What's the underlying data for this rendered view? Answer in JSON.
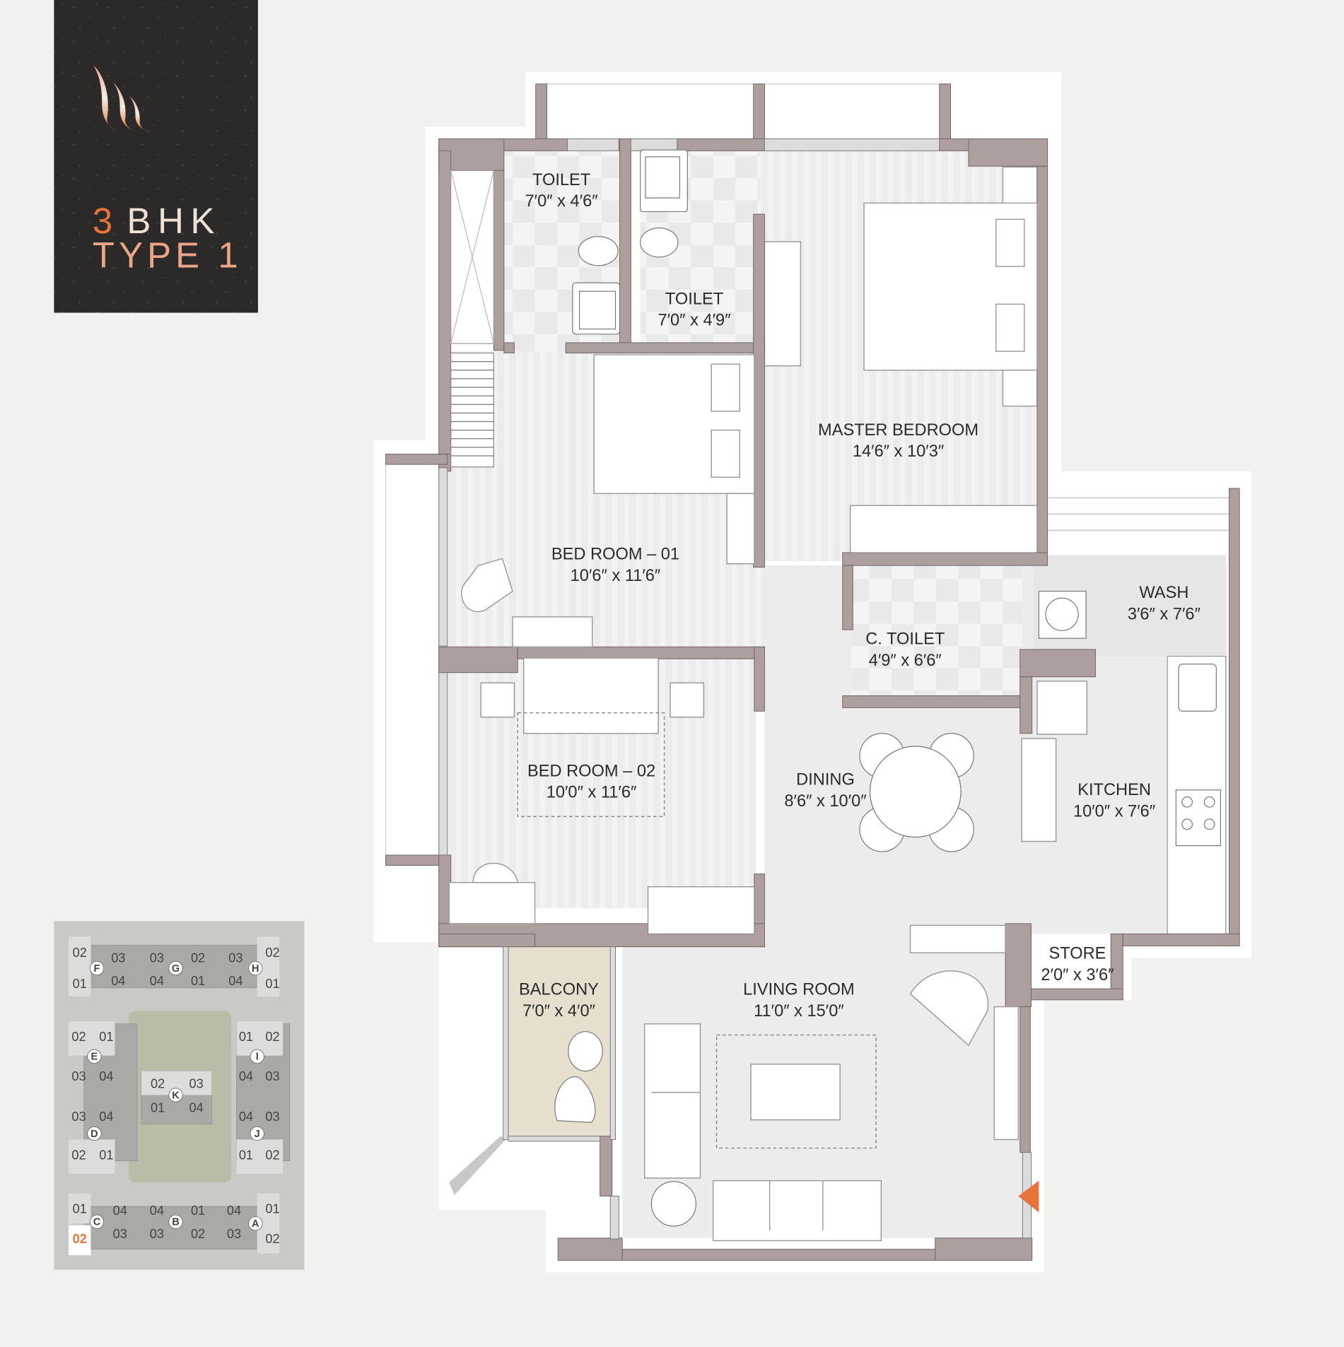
{
  "brand_panel": {
    "title_line1_num": "3",
    "title_line1_text": "BHK",
    "title_line2": "TYPE 1",
    "logo_icon": "flame-stripes-logo-icon",
    "bg_color": "#2b2a29",
    "accent_color": "#e8743b",
    "light_color": "#f0dcc8"
  },
  "colors": {
    "background": "#f2f1ef",
    "wall": "#ae9f9f",
    "floor_wood": "#ececec",
    "floor_tile": "#f2f2f2",
    "balcony": "#e7dfcd",
    "entrance_marker": "#e8743b",
    "keyplan_bg": "#c9cac6",
    "keyplan_highlight": "#e8743b"
  },
  "rooms": [
    {
      "id": "toilet-1",
      "name": "TOILET",
      "size": "7′0″ x 4′6″"
    },
    {
      "id": "toilet-2",
      "name": "TOILET",
      "size": "7′0″ x 4′9″"
    },
    {
      "id": "master-bedroom",
      "name": "MASTER BEDROOM",
      "size": "14′6″ x 10′3″"
    },
    {
      "id": "bedroom-01",
      "name": "BED ROOM – 01",
      "size": "10′6″ x 11′6″"
    },
    {
      "id": "c-toilet",
      "name": "C. TOILET",
      "size": "4′9″ x 6′6″"
    },
    {
      "id": "wash",
      "name": "WASH",
      "size": "3′6″ x 7′6″"
    },
    {
      "id": "bedroom-02",
      "name": "BED ROOM – 02",
      "size": "10′0″ x 11′6″"
    },
    {
      "id": "dining",
      "name": "DINING",
      "size": "8′6″ x 10′0″"
    },
    {
      "id": "kitchen",
      "name": "KITCHEN",
      "size": "10′0″ x 7′6″"
    },
    {
      "id": "balcony",
      "name": "BALCONY",
      "size": "7′0″ x 4′0″"
    },
    {
      "id": "living-room",
      "name": "LIVING ROOM",
      "size": "11′0″ x 15′0″"
    },
    {
      "id": "store",
      "name": "STORE",
      "size": "2′0″ x 3′6″"
    }
  ],
  "key_plan": {
    "towers": [
      "A",
      "B",
      "C",
      "D",
      "E",
      "F",
      "G",
      "H",
      "I",
      "J",
      "K"
    ],
    "highlighted_unit": "02",
    "highlighted_tower": "C",
    "units": {
      "F": [
        "02",
        "01"
      ],
      "G_top": [
        "03",
        "03",
        "02",
        "03"
      ],
      "G_bottom": [
        "04",
        "04",
        "01",
        "04"
      ],
      "H": [
        "02",
        "01"
      ],
      "E_top": [
        "02",
        "01"
      ],
      "E_bottom": [
        "03",
        "04"
      ],
      "I_top": [
        "01",
        "02"
      ],
      "I_bottom": [
        "04",
        "03"
      ],
      "K_top": [
        "02",
        "03"
      ],
      "K_bottom": [
        "01",
        "04"
      ],
      "D_top": [
        "03",
        "04"
      ],
      "D_bottom": [
        "02",
        "01"
      ],
      "J_top": [
        "04",
        "03"
      ],
      "J_bottom": [
        "01",
        "02"
      ],
      "C": [
        "01",
        "02"
      ],
      "B_top": [
        "04",
        "04",
        "01",
        "04"
      ],
      "B_bottom": [
        "03",
        "03",
        "02",
        "03"
      ],
      "A": [
        "01",
        "02"
      ]
    }
  }
}
